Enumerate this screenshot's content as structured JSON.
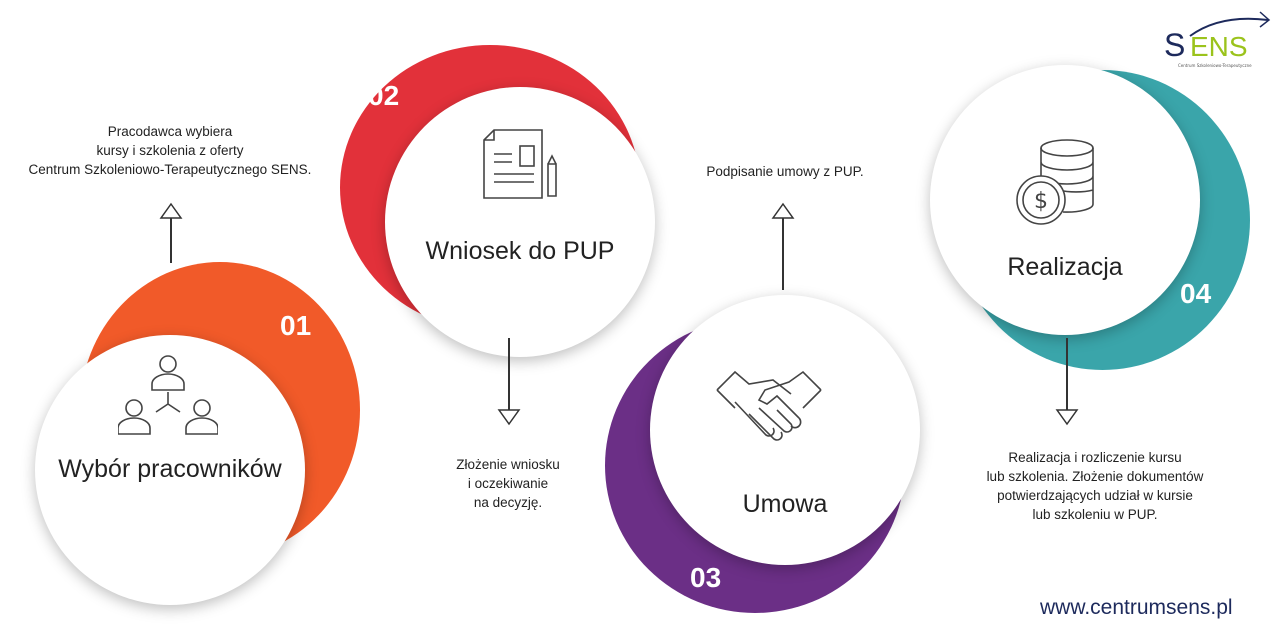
{
  "logo": {
    "text": "SENS",
    "subtitle": "Centrum Szkoleniowo-Terapeutyczne"
  },
  "colors": {
    "step1": "#f15a29",
    "step2": "#e2313a",
    "step3": "#6b2f86",
    "step4": "#3aa5aa",
    "logo_green": "#9bc31c",
    "logo_navy": "#1d2a5c"
  },
  "steps": [
    {
      "number": "01",
      "title": "Wybór pracowników",
      "icon": "people-network-icon",
      "description": [
        "Pracodawca wybiera",
        "kursy i szkolenia z oferty",
        "Centrum Szkoleniowo-Terapeutycznego SENS."
      ]
    },
    {
      "number": "02",
      "title": "Wniosek do PUP",
      "icon": "document-pencil-icon",
      "description": [
        "Złożenie wniosku",
        "i oczekiwanie",
        "na decyzję."
      ]
    },
    {
      "number": "03",
      "title": "Umowa",
      "icon": "handshake-icon",
      "description": [
        "Podpisanie umowy z PUP."
      ]
    },
    {
      "number": "04",
      "title": "Realizacja",
      "icon": "coins-dollar-icon",
      "description": [
        "Realizacja i rozliczenie kursu",
        "lub szkolenia. Złożenie dokumentów",
        "potwierdzających udział w kursie",
        "lub szkoleniu w PUP."
      ]
    }
  ],
  "website": "www.centrumsens.pl"
}
